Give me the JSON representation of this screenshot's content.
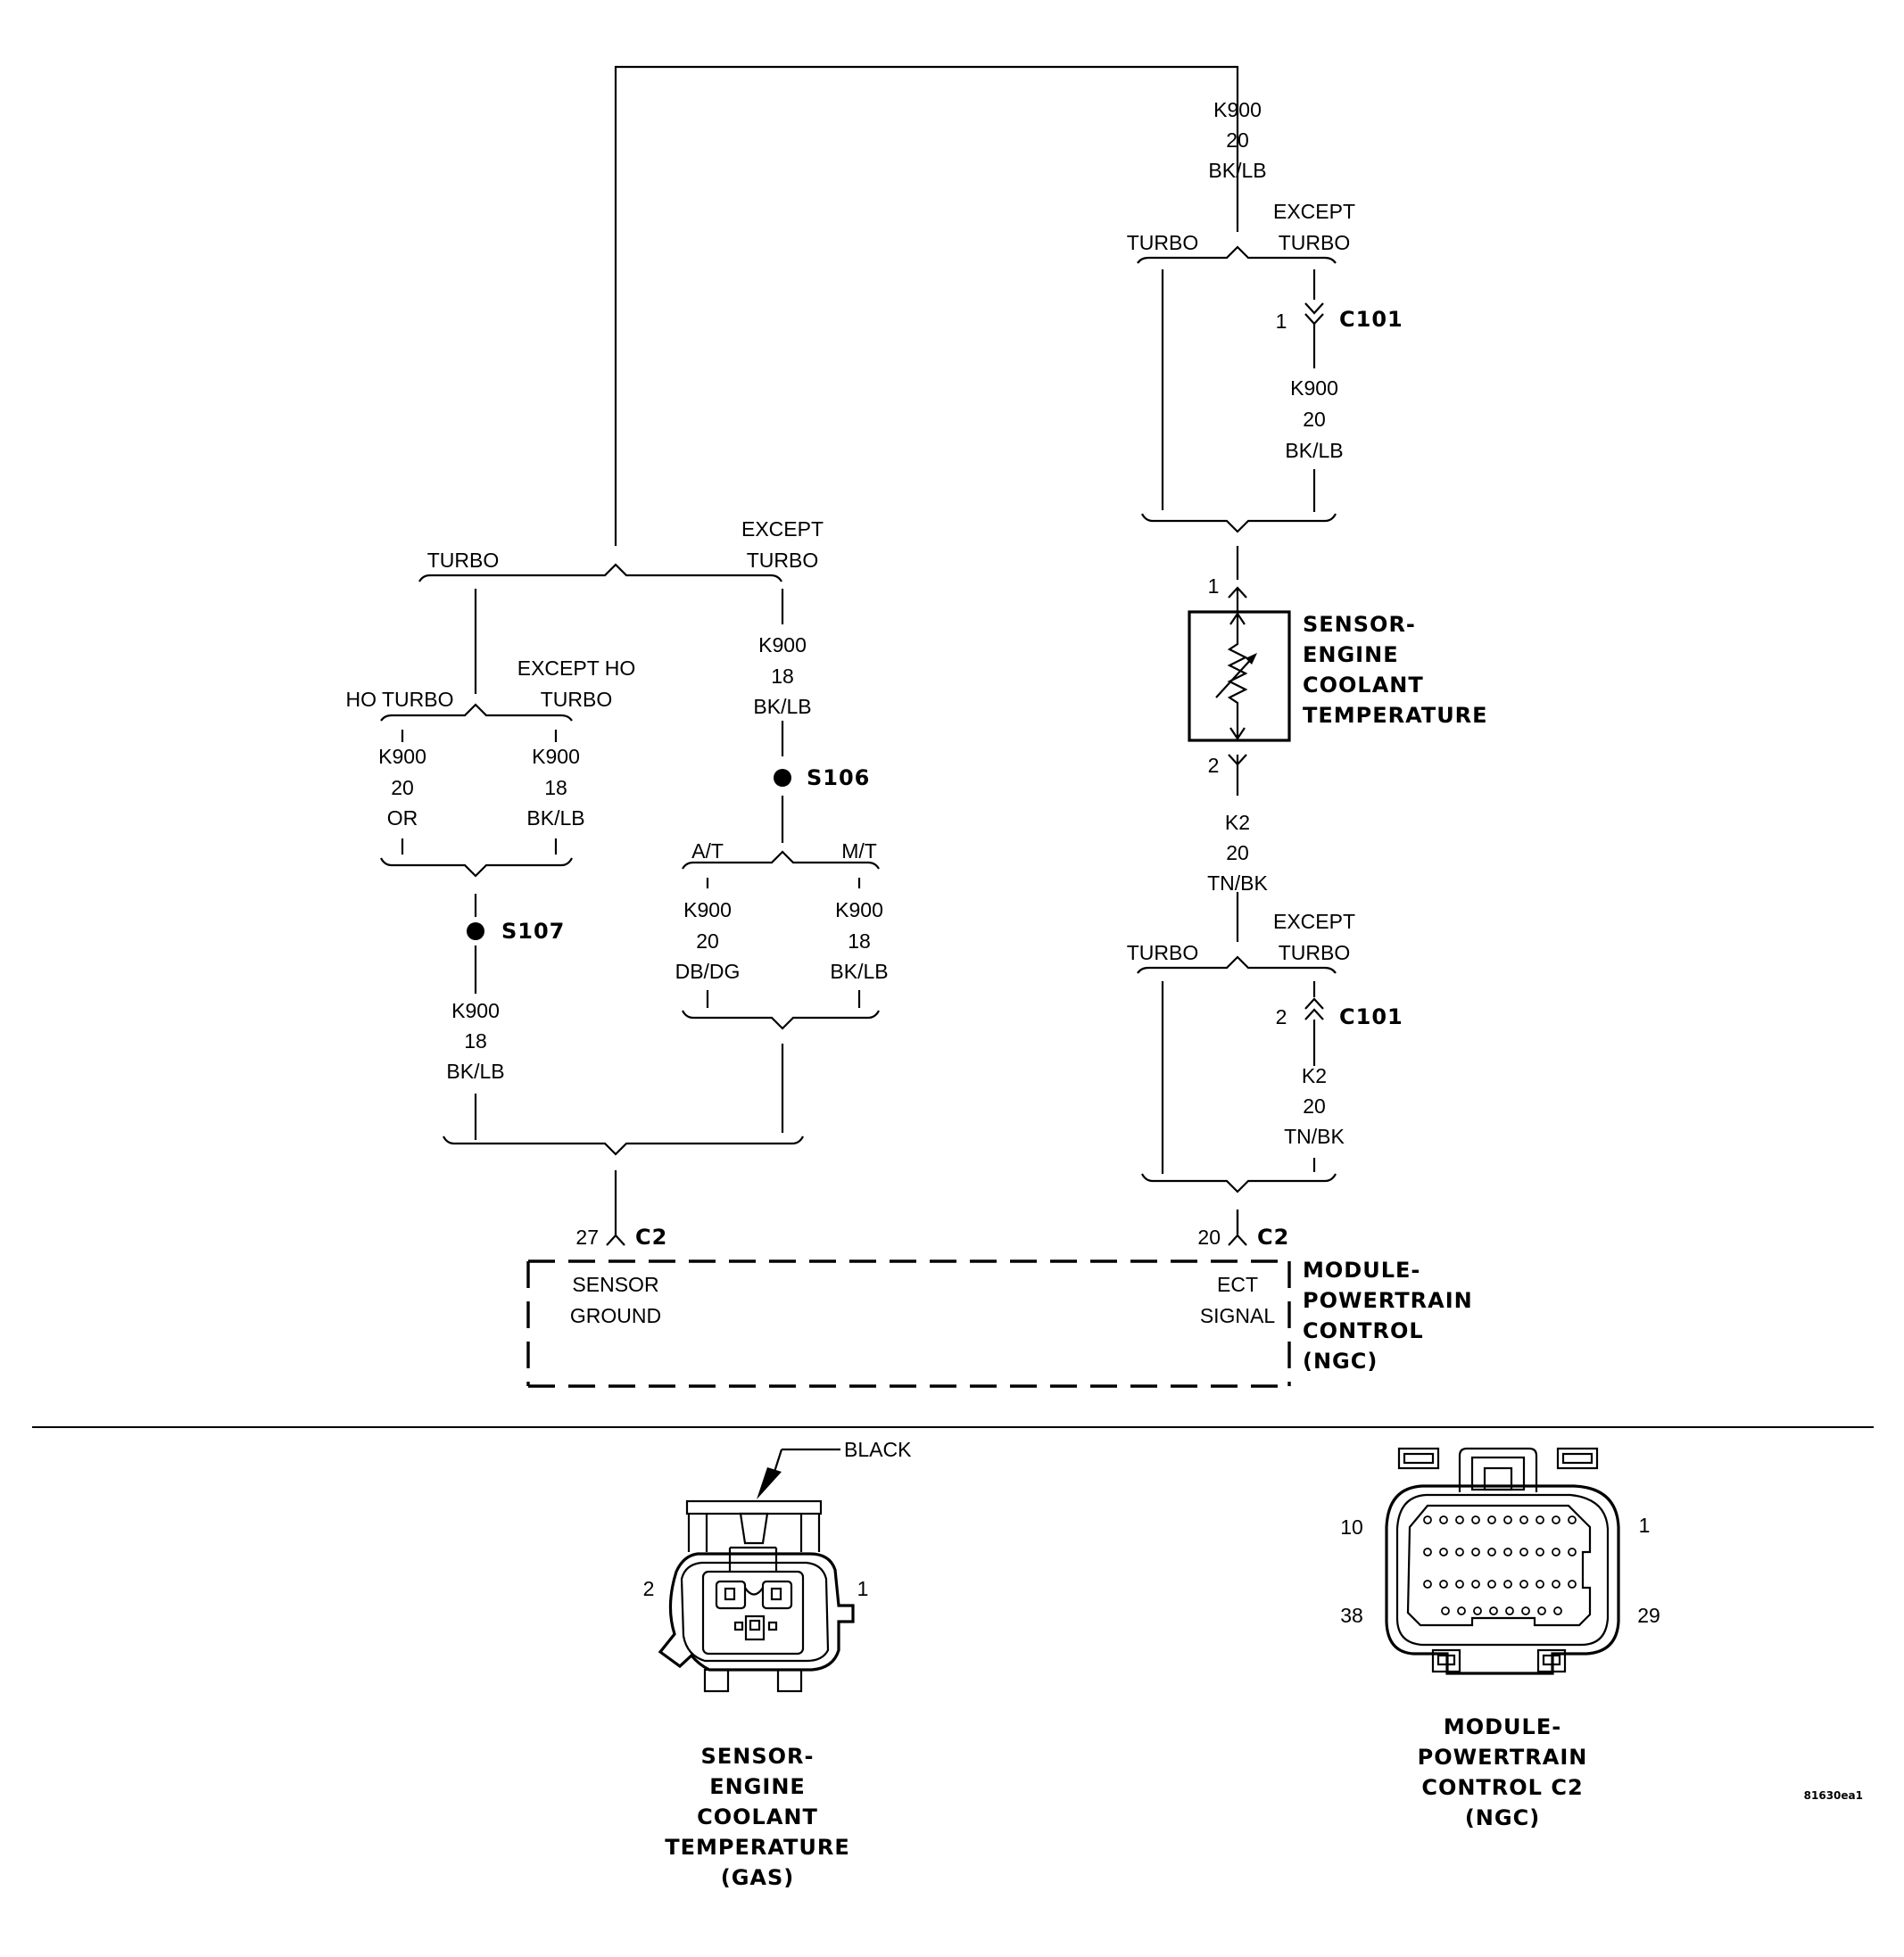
{
  "diagram": {
    "top_wire": {
      "circuit": "K900",
      "gauge": "20",
      "color": "BK/LB"
    },
    "right_upper_split": {
      "turbo": "TURBO",
      "except": [
        "EXCEPT",
        "TURBO"
      ]
    },
    "c101_a": {
      "pin": "1",
      "name": "C101"
    },
    "c101_a_wire": {
      "circuit": "K900",
      "gauge": "20",
      "color": "BK/LB"
    },
    "ect_sensor": {
      "pin1": "1",
      "pin2": "2",
      "title": [
        "SENSOR-",
        "ENGINE",
        "COOLANT",
        "TEMPERATURE"
      ]
    },
    "k2_wire": {
      "circuit": "K2",
      "gauge": "20",
      "color": "TN/BK"
    },
    "right_lower_split": {
      "turbo": "TURBO",
      "except": [
        "EXCEPT",
        "TURBO"
      ]
    },
    "c101_b": {
      "pin": "2",
      "name": "C101"
    },
    "c101_b_wire": {
      "circuit": "K2",
      "gauge": "20",
      "color": "TN/BK"
    },
    "pcm_right_pin": {
      "pin": "20",
      "conn": "C2",
      "label": [
        "ECT",
        "SIGNAL"
      ]
    },
    "pcm_left_pin": {
      "pin": "27",
      "conn": "C2",
      "label": [
        "SENSOR",
        "GROUND"
      ]
    },
    "pcm": {
      "title": [
        "MODULE-",
        "POWERTRAIN",
        "CONTROL",
        "(NGC)"
      ]
    },
    "left_split": {
      "turbo": "TURBO",
      "except": [
        "EXCEPT",
        "TURBO"
      ]
    },
    "except_turbo_wire": {
      "circuit": "K900",
      "gauge": "18",
      "color": "BK/LB"
    },
    "s106": "S106",
    "at_mt": {
      "at": "A/T",
      "mt": "M/T"
    },
    "at_wire": {
      "circuit": "K900",
      "gauge": "20",
      "color": "DB/DG"
    },
    "mt_wire": {
      "circuit": "K900",
      "gauge": "18",
      "color": "BK/LB"
    },
    "ho_split": {
      "ho": "HO TURBO",
      "except": [
        "EXCEPT HO",
        "TURBO"
      ]
    },
    "ho_wire": {
      "circuit": "K900",
      "gauge": "20",
      "color": "OR"
    },
    "except_ho_wire": {
      "circuit": "K900",
      "gauge": "18",
      "color": "BK/LB"
    },
    "s107": "S107",
    "s107_wire": {
      "circuit": "K900",
      "gauge": "18",
      "color": "BK/LB"
    }
  },
  "connector_views": {
    "sensor": {
      "callout": "BLACK",
      "pin_left": "2",
      "pin_right": "1",
      "title": [
        "SENSOR-",
        "ENGINE",
        "COOLANT",
        "TEMPERATURE",
        "(GAS)"
      ]
    },
    "pcm_c2": {
      "pin_tl": "10",
      "pin_tr": "1",
      "pin_bl": "38",
      "pin_br": "29",
      "title": [
        "MODULE-",
        "POWERTRAIN",
        "CONTROL C2",
        "(NGC)"
      ]
    }
  },
  "figure_id": "81630ea1"
}
